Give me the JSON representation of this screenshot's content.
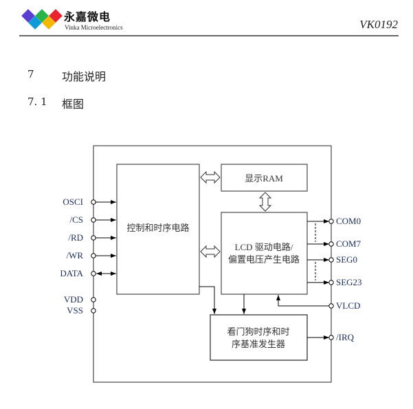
{
  "header": {
    "brand_cn": "永嘉微电",
    "brand_en": "Vinka Microelectronics",
    "doc_id": "VK0192",
    "logo_colors": [
      "#5b3fd0",
      "#28b34b",
      "#e8242f",
      "#0c9bd8",
      "#f4b800"
    ]
  },
  "sections": [
    {
      "number": "7",
      "title": "功能说明"
    },
    {
      "number": "7. 1",
      "title": "框图"
    }
  ],
  "diagram": {
    "blocks": {
      "control": "控制和时序电路",
      "ram": "显示RAM",
      "lcd_line1": "LCD 驱动电路/",
      "lcd_line2": "偏置电压产生电路",
      "wdt_line1": "看门狗时序和时",
      "wdt_line2": "序基准发生器"
    },
    "left_pins": [
      "OSCI",
      "/CS",
      "/RD",
      "/WR",
      "DATA",
      "VDD",
      "VSS"
    ],
    "right_pins": [
      "COM0",
      "COM7",
      "SEG0",
      "SEG23",
      "VLCD",
      "/IRQ"
    ]
  }
}
